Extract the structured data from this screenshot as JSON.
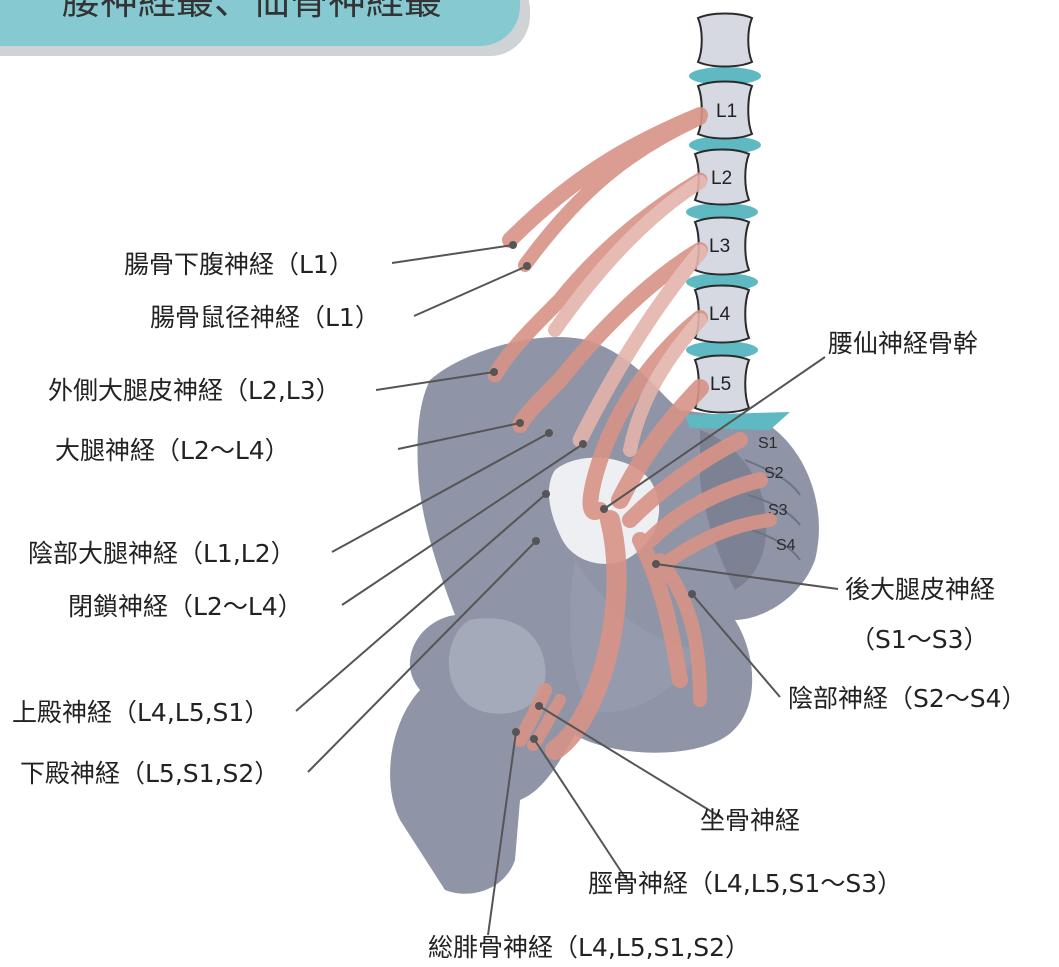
{
  "title": "腰神経叢、仙骨神経叢",
  "colors": {
    "bone": "#8f95a6",
    "bone_dark": "#7c8294",
    "vertebra_fill": "#d6d9e2",
    "vertebra_stroke": "#2b2b2b",
    "disc": "#5fb9c2",
    "nerve": "#d89387",
    "nerve_light": "#e4b4ab",
    "title_banner": "#86c9d1",
    "title_shadow": "#cfd3d6"
  },
  "vertebrae": [
    "L1",
    "L2",
    "L3",
    "L4",
    "L5"
  ],
  "sacral": [
    "S1",
    "S2",
    "S3",
    "S4"
  ],
  "labels": {
    "iliohypogastric": "腸骨下腹神経（L1）",
    "ilioinguinal": "腸骨鼠径神経（L1）",
    "lateral_femoral_cutaneous": "外側大腿皮神経（L2,L3）",
    "femoral": "大腿神経（L2〜L4）",
    "genitofemoral": "陰部大腿神経（L1,L2）",
    "obturator": "閉鎖神経（L2〜L4）",
    "superior_gluteal": "上殿神経（L4,L5,S1）",
    "inferior_gluteal": "下殿神経（L5,S1,S2）",
    "lumbosacral_trunk": "腰仙神経骨幹",
    "posterior_femoral_cutaneous_1": "後大腿皮神経",
    "posterior_femoral_cutaneous_2": "（S1〜S3）",
    "pudendal": "陰部神経（S2〜S4）",
    "sciatic": "坐骨神経",
    "tibial": "脛骨神経（L4,L5,S1〜S3）",
    "common_peroneal": "総腓骨神経（L4,L5,S1,S2）"
  }
}
